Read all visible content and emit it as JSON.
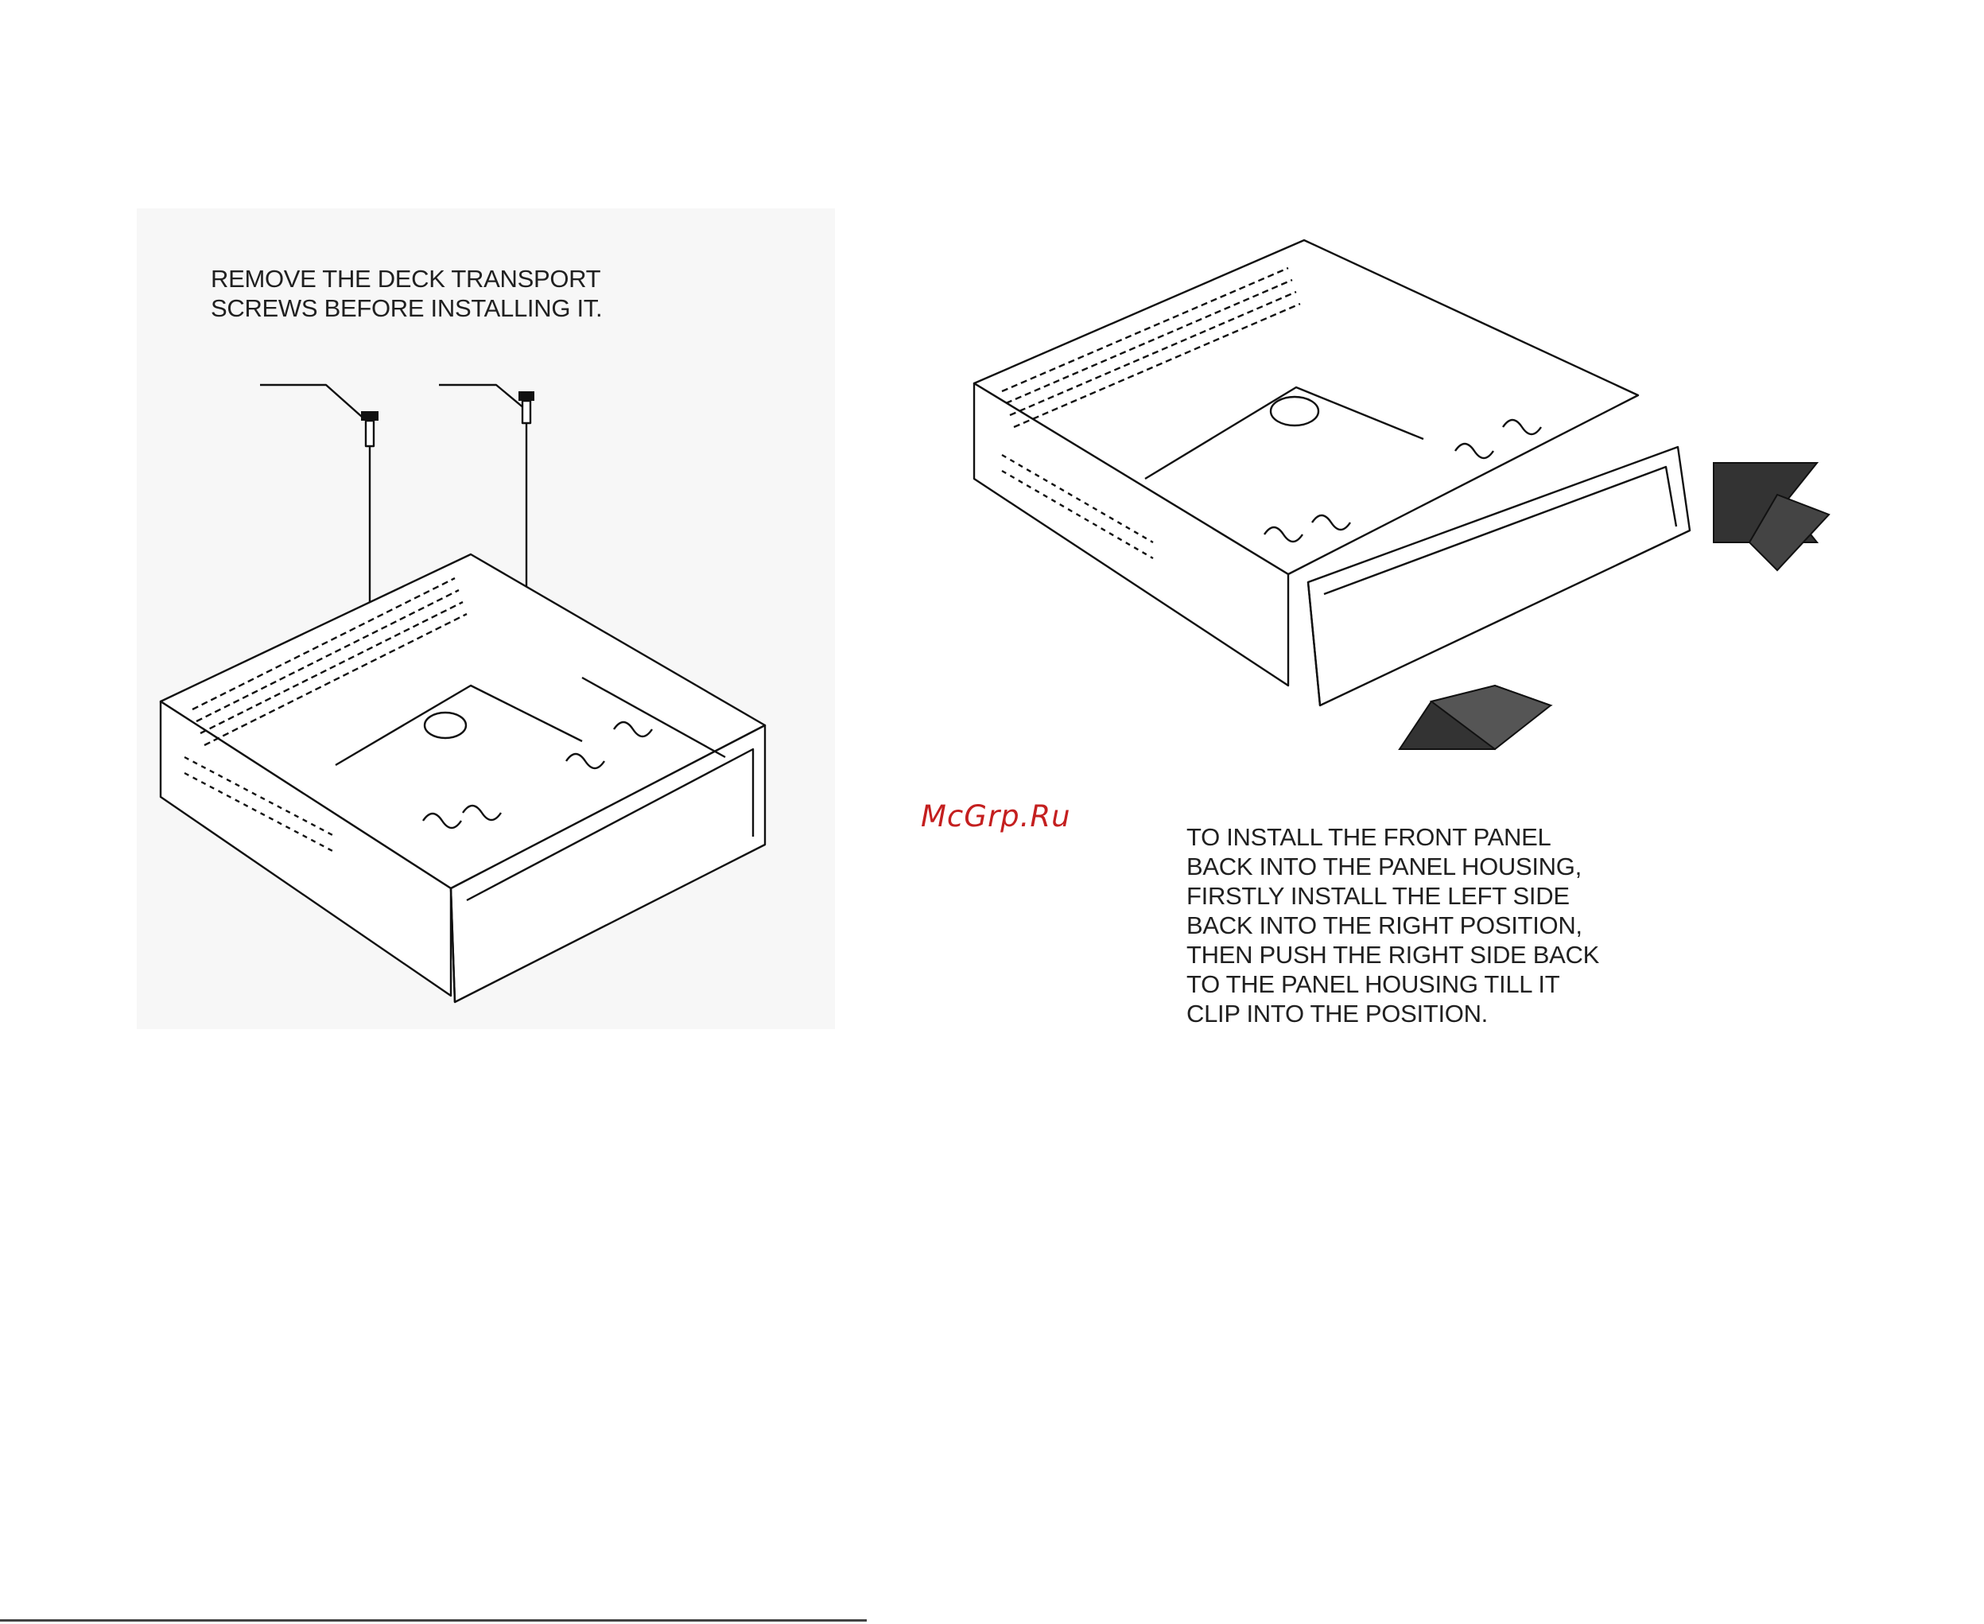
{
  "figures": {
    "left": {
      "caption_lines": [
        "REMOVE THE DECK TRANSPORT",
        "SCREWS BEFORE INSTALLING IT."
      ]
    },
    "right": {
      "caption_lines": [
        "TO INSTALL THE FRONT PANEL",
        "BACK INTO THE PANEL HOUSING,",
        "FIRSTLY INSTALL THE LEFT SIDE",
        "BACK INTO THE RIGHT POSITION,",
        "THEN PUSH THE RIGHT SIDE BACK",
        "TO THE PANEL HOUSING TILL IT",
        "CLIP INTO THE POSITION."
      ]
    }
  },
  "watermark": "McGrp.Ru",
  "colors": {
    "watermark": "#c41f1f",
    "line_art": "#111111",
    "arrow_fill": "#333333"
  }
}
